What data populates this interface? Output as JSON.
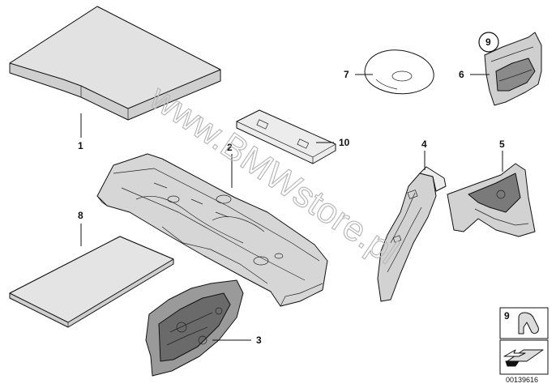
{
  "diagram": {
    "callouts": [
      {
        "id": "p1",
        "label": "1"
      },
      {
        "id": "p2",
        "label": "2"
      },
      {
        "id": "p3",
        "label": "3"
      },
      {
        "id": "p4",
        "label": "4"
      },
      {
        "id": "p5",
        "label": "5"
      },
      {
        "id": "p6",
        "label": "6"
      },
      {
        "id": "p7",
        "label": "7"
      },
      {
        "id": "p8",
        "label": "8"
      },
      {
        "id": "p9",
        "label": "9"
      },
      {
        "id": "p10",
        "label": "10"
      }
    ],
    "legend": {
      "clip_label": "9"
    },
    "drawing_number": "00139616",
    "watermark": "www.BMWstore.pl"
  },
  "colors": {
    "line": "#111111",
    "panel_fill": "#dcdcdc",
    "felt_fill": "#cfcfcf",
    "dark_fill": "#6a6a6a",
    "watermark": "#b9b9b9"
  }
}
